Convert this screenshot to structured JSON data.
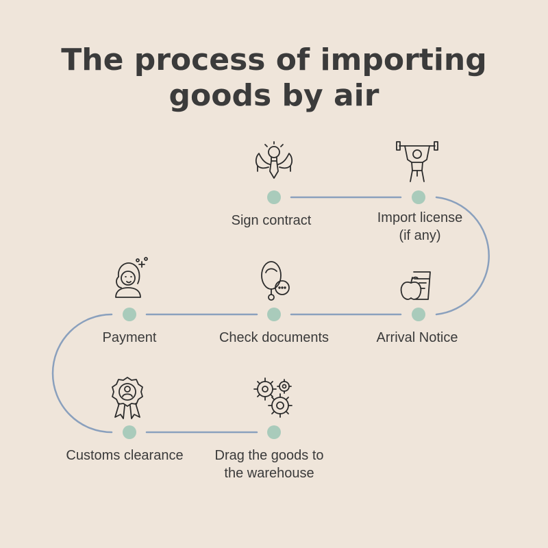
{
  "title": {
    "line1": "The process of importing",
    "line2": "goods by air"
  },
  "colors": {
    "background": "#efe5da",
    "path": "#8aa0bd",
    "dot": "#a9cbbb",
    "text": "#3a3a3a",
    "icon": "#2b2b2b"
  },
  "steps": [
    {
      "icon": "superhero-lightbulb-icon",
      "lines": [
        "Sign contract"
      ]
    },
    {
      "icon": "weightlifter-icon",
      "lines": [
        "Import license",
        "(if any)"
      ]
    },
    {
      "icon": "apple-and-juice-icon",
      "lines": [
        "Arrival Notice"
      ]
    },
    {
      "icon": "person-with-mirror-icon",
      "lines": [
        "Check documents"
      ]
    },
    {
      "icon": "woman-portrait-icon",
      "lines": [
        "Payment"
      ]
    },
    {
      "icon": "award-badge-icon",
      "lines": [
        "Customs clearance"
      ]
    },
    {
      "icon": "gears-icon",
      "lines": [
        "Drag the goods to",
        "the warehouse"
      ]
    }
  ]
}
